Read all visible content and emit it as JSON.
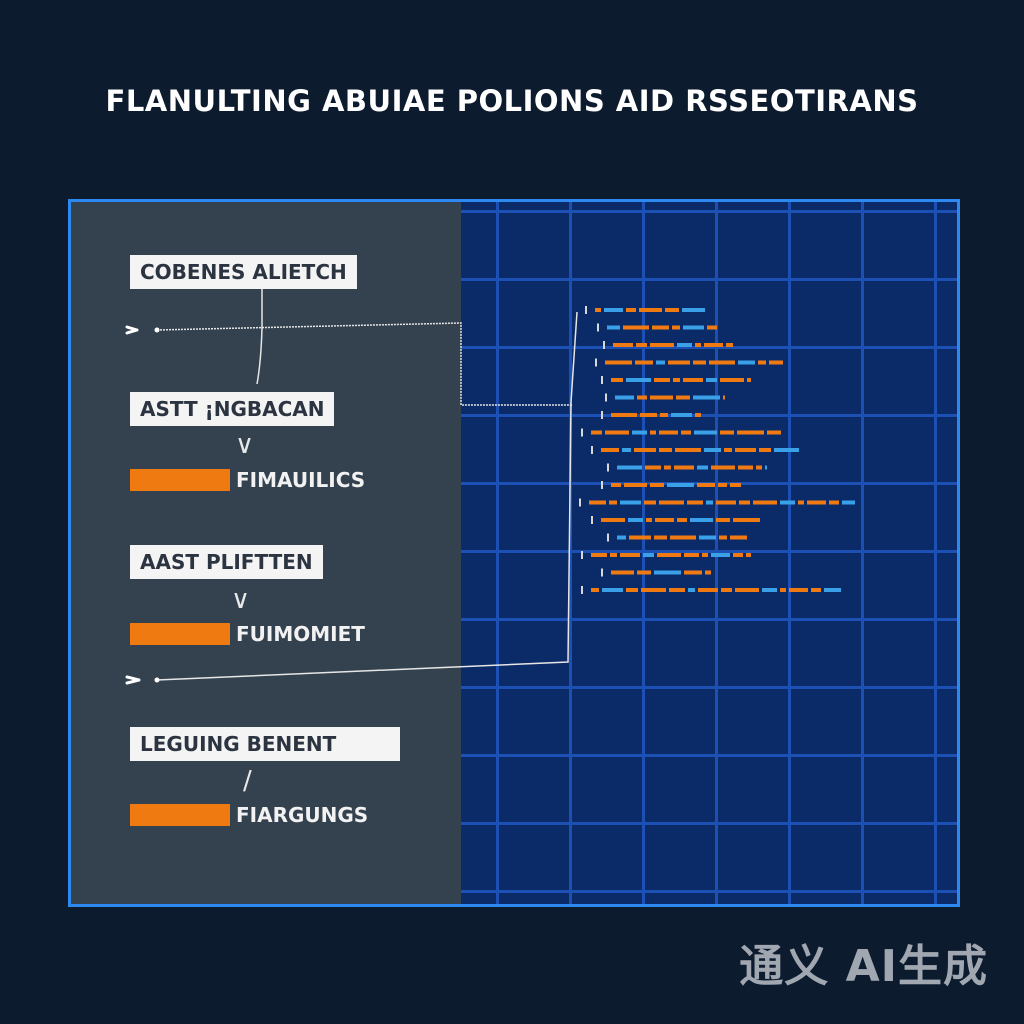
{
  "title": "FLANULTING ABUIAE POLIONS AID RSSEOTIRANS",
  "steps": [
    {
      "label": "COBENES ALIETCH"
    },
    {
      "label": "ASTT ¡NGBACAN",
      "bar_label": "FIMAUILICS"
    },
    {
      "label": "AAST PLIFTTEN",
      "bar_label": "FUIMOMIET"
    },
    {
      "label": "LEGUING BENENT",
      "bar_label": "FIARGUNGS"
    }
  ],
  "code_panel": {
    "line_count": 17
  },
  "watermark": "通义 AI生成",
  "colors": {
    "background": "#0d1b2e",
    "left_panel": "#344250",
    "grid_bg": "#0b2a68",
    "grid_line": "#1d50b4",
    "frame_border": "#2d88f0",
    "accent_orange": "#f07a12",
    "code_blue": "#3aa0e8"
  }
}
